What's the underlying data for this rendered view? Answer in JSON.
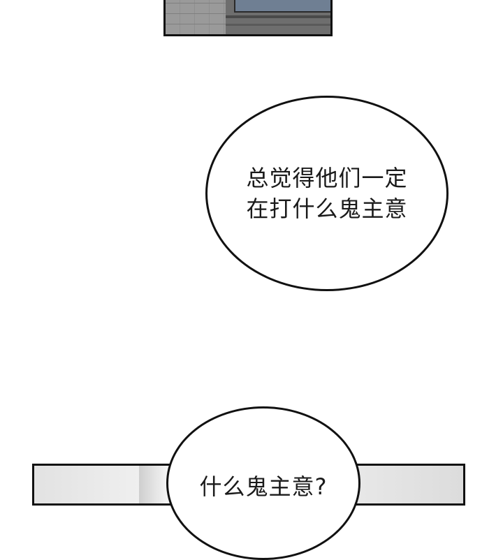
{
  "bubbles": {
    "main": {
      "lines": [
        "总觉得他们一定",
        "在打什么鬼主意"
      ]
    },
    "bottom": {
      "lines": [
        "什么鬼主意?"
      ]
    }
  },
  "colors": {
    "background": "#ffffff",
    "ink": "#111111",
    "window_glass": "#6f7f93",
    "wall_gray": "#989898"
  }
}
